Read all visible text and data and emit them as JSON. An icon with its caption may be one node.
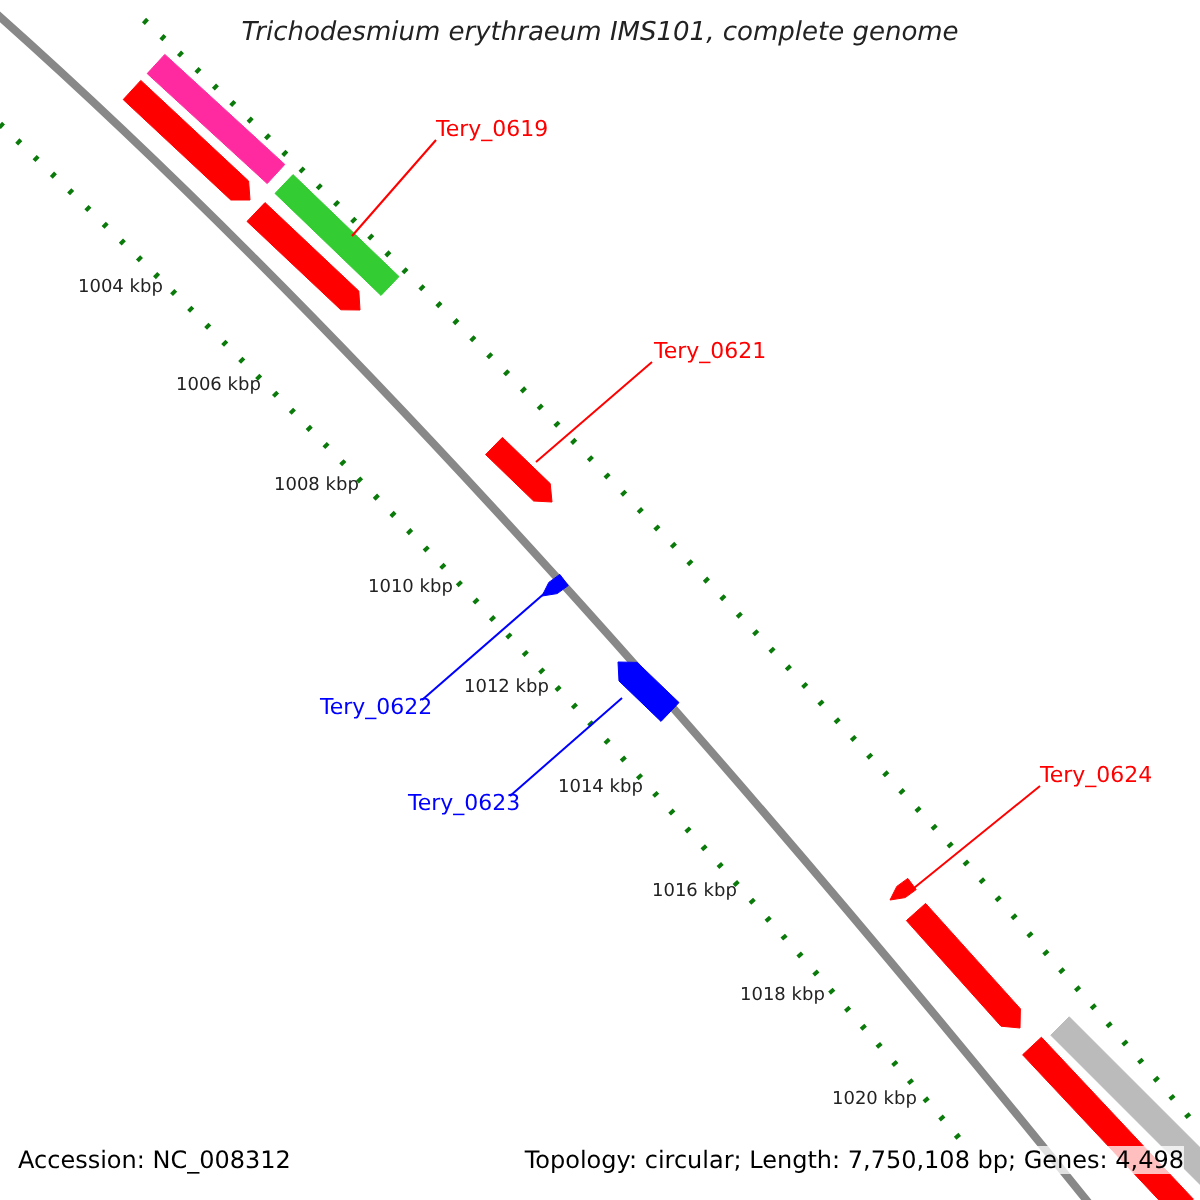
{
  "diagram": {
    "title": "Trichodesmium erythraeum IMS101, complete genome",
    "nodes": [
      {
        "text": [
          "Tery_0619"
        ]
      },
      {
        "text": [
          "Tery_0621"
        ]
      },
      {
        "text": [
          "Tery_0622"
        ]
      },
      {
        "text": [
          "Tery_0623"
        ]
      },
      {
        "text": [
          "Tery_0624"
        ]
      },
      {
        "text": [],
        "shape": "bar"
      },
      {
        "text": [],
        "shape": "arrow"
      },
      {
        "text": [],
        "shape": "bar"
      },
      {
        "text": [],
        "shape": "arrow"
      },
      {
        "text": [],
        "shape": "arrow"
      },
      {
        "text": [],
        "shape": "arrow"
      },
      {
        "text": [],
        "shape": "arrow"
      },
      {
        "text": [],
        "shape": "arrow"
      },
      {
        "text": [],
        "shape": "arrow"
      },
      {
        "text": [],
        "shape": "bar"
      },
      {
        "text": [],
        "shape": "bar"
      }
    ],
    "edges": [
      {
        "from": 0,
        "to": 7,
        "arrow": "none"
      },
      {
        "from": 1,
        "to": 9,
        "arrow": "none"
      },
      {
        "from": 2,
        "to": 10,
        "arrow": "none",
        "color": "#0000ff"
      },
      {
        "from": 3,
        "to": 11,
        "arrow": "none",
        "color": "#0000ff"
      },
      {
        "from": 4,
        "to": 12,
        "arrow": "none"
      }
    ],
    "labels": [
      "1004 kbp",
      "1006 kbp",
      "1008 kbp",
      "1010 kbp",
      "1012 kbp",
      "1014 kbp",
      "1016 kbp",
      "1018 kbp",
      "1020 kbp",
      "Accession: NC_008312",
      "Topology: circular; Length: 7,750,108 bp; Genes: 4,498"
    ]
  }
}
